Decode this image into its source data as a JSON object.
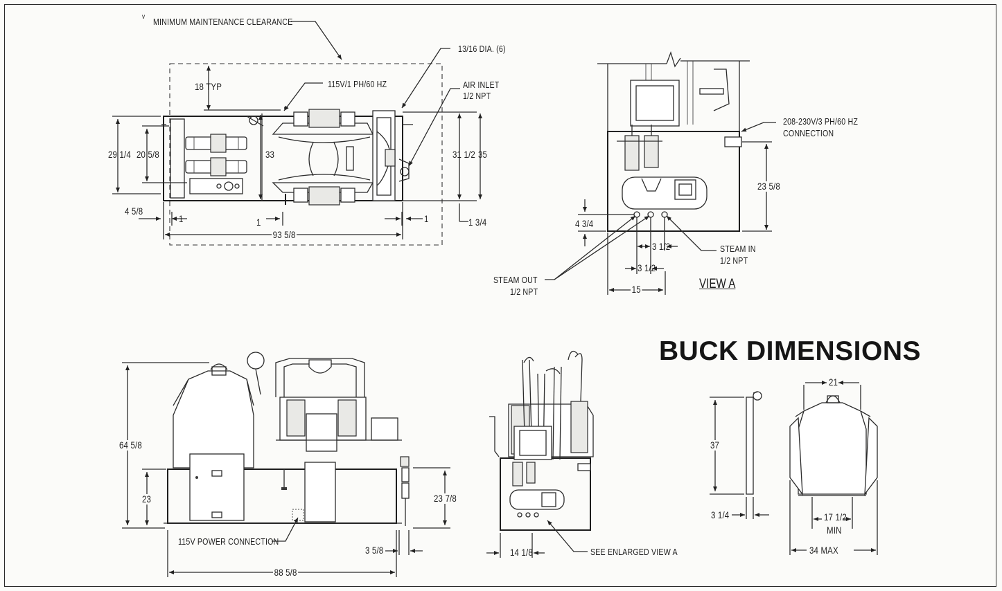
{
  "title": "BUCK DIMENSIONS",
  "top_view": {
    "clearance_label": "MINIMUM MAINTENANCE CLEARANCE",
    "clearance_mark": "v",
    "typ_label": "18 TYP",
    "power_label": "115V/1 PH/60 HZ",
    "hole_label": "13/16 DIA. (6)",
    "air_inlet_label": "AIR INLET",
    "air_inlet_npt": "1/2 NPT",
    "dims": {
      "w_29": "29 1/4",
      "w_20": "20 5/8",
      "w_33": "33",
      "w_31": "31 1/2",
      "w_35": "35",
      "d_4": "4 5/8",
      "d_1a": "1",
      "d_1b": "1",
      "d_1c": "1",
      "d_1_3_4": "1 3/4",
      "overall": "93 5/8"
    }
  },
  "view_a": {
    "power_label_1": "208-230V/3 PH/60 HZ",
    "power_label_2": "CONNECTION",
    "steam_in_1": "STEAM IN",
    "steam_in_2": "1/2 NPT",
    "steam_out_1": "STEAM OUT",
    "steam_out_2": "1/2 NPT",
    "title": "VIEW A",
    "dims": {
      "h_23": "23 5/8",
      "h_4": "4 3/4",
      "s_1": "3 1/2",
      "s_2": "3 1/2",
      "w_15": "15"
    }
  },
  "front_view": {
    "power_label": "115V POWER CONNECTION",
    "dims": {
      "h_64": "64 5/8",
      "h_23": "23",
      "h_23_7": "23 7/8",
      "d_3": "3 5/8",
      "overall": "88 5/8"
    }
  },
  "side_view": {
    "see_label": "SEE ENLARGED VIEW A",
    "dims": {
      "w_14": "14 1/8"
    }
  },
  "buck": {
    "dims": {
      "h_37": "37",
      "t_3": "3 1/4",
      "w_21": "21",
      "min_17": "17 1/2",
      "min_label": "MIN",
      "max_34": "34 MAX"
    }
  }
}
